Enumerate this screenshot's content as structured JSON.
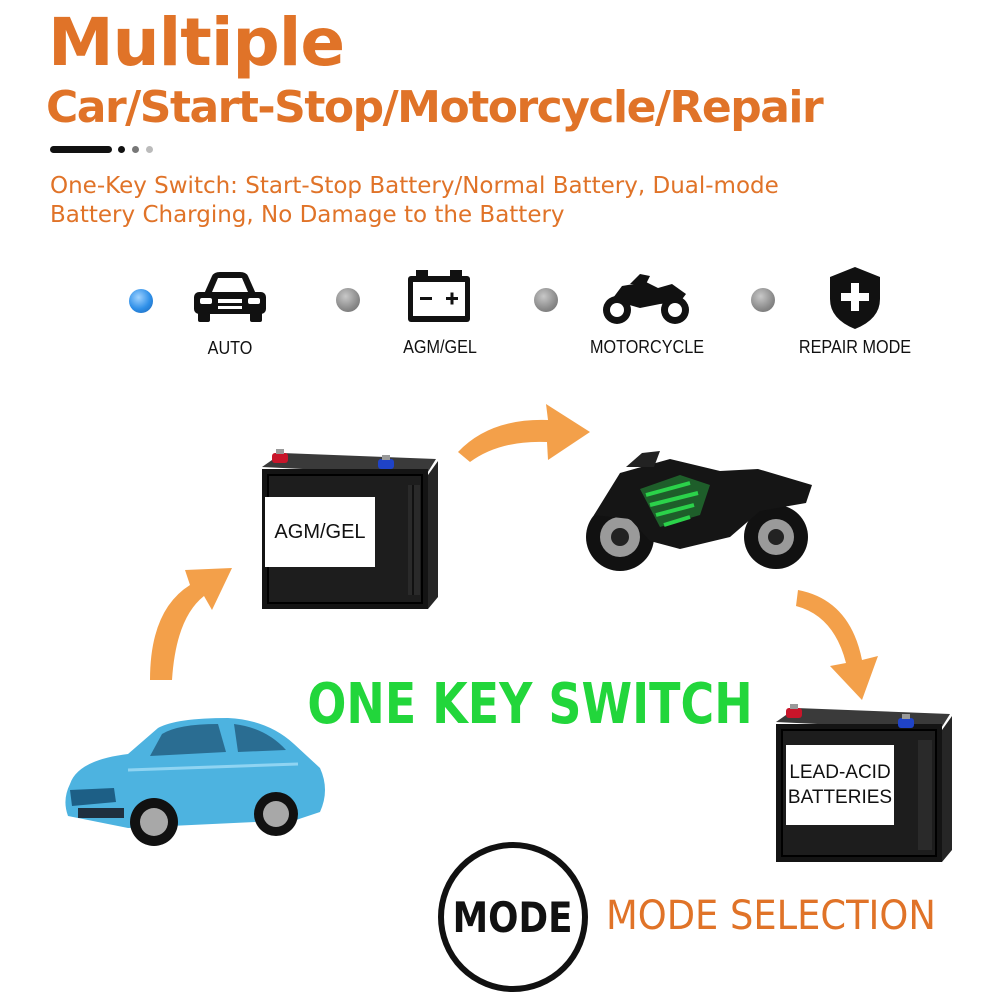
{
  "header": {
    "title": "Multiple",
    "subtitle": "Car/Start-Stop/Motorcycle/Repair",
    "description": "One-Key Switch: Start-Stop Battery/Normal Battery, Dual-mode\nBattery Charging, No Damage to the Battery"
  },
  "modes": [
    {
      "label": "AUTO",
      "icon": "car-icon",
      "indicator": "active"
    },
    {
      "label": "AGM/GEL",
      "icon": "battery-icon",
      "indicator": "inactive"
    },
    {
      "label": "MOTORCYCLE",
      "icon": "motorcycle-icon",
      "indicator": "inactive"
    },
    {
      "label": "REPAIR MODE",
      "icon": "repair-shield-icon",
      "indicator": "inactive"
    }
  ],
  "diagram": {
    "battery_top_label": "AGM/GEL",
    "battery_bottom_label": "LEAD-ACID\nBATTERIES",
    "center_text": "ONE KEY SWITCH"
  },
  "footer": {
    "mode_badge": "MODE",
    "mode_selection": "MODE SELECTION"
  },
  "colors": {
    "accent_orange": "#e07328",
    "arrow_orange": "#f3a04a",
    "switch_green": "#22d63b",
    "active_indicator": "#2e8fe8",
    "inactive_indicator": "#8a8a8a"
  }
}
